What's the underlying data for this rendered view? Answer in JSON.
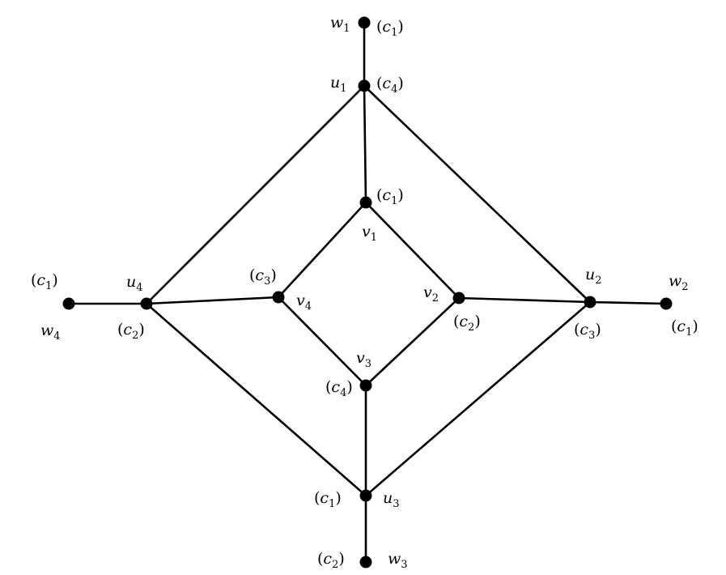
{
  "graph": {
    "vertices": [
      {
        "id": "w1",
        "letter": "w",
        "index": "1",
        "color_letter": "c",
        "color_index": "1"
      },
      {
        "id": "u1",
        "letter": "u",
        "index": "1",
        "color_letter": "c",
        "color_index": "4"
      },
      {
        "id": "v1",
        "letter": "v",
        "index": "1",
        "color_letter": "c",
        "color_index": "1"
      },
      {
        "id": "u4",
        "letter": "u",
        "index": "4",
        "color_letter": "c",
        "color_index": "2"
      },
      {
        "id": "w4",
        "letter": "w",
        "index": "4",
        "color_letter": "c",
        "color_index": "1"
      },
      {
        "id": "v4",
        "letter": "v",
        "index": "4",
        "color_letter": "c",
        "color_index": "3"
      },
      {
        "id": "v2",
        "letter": "v",
        "index": "2",
        "color_letter": "c",
        "color_index": "2"
      },
      {
        "id": "u2",
        "letter": "u",
        "index": "2",
        "color_letter": "c",
        "color_index": "3"
      },
      {
        "id": "w2",
        "letter": "w",
        "index": "2",
        "color_letter": "c",
        "color_index": "1"
      },
      {
        "id": "v3",
        "letter": "v",
        "index": "3",
        "color_letter": "c",
        "color_index": "4"
      },
      {
        "id": "u3",
        "letter": "u",
        "index": "3",
        "color_letter": "c",
        "color_index": "1"
      },
      {
        "id": "w3",
        "letter": "w",
        "index": "3",
        "color_letter": "c",
        "color_index": "2"
      }
    ],
    "edges": [
      [
        "w1",
        "u1"
      ],
      [
        "u1",
        "v1"
      ],
      [
        "u1",
        "u4"
      ],
      [
        "u1",
        "u2"
      ],
      [
        "v1",
        "v4"
      ],
      [
        "v1",
        "v2"
      ],
      [
        "v4",
        "v3"
      ],
      [
        "v2",
        "v3"
      ],
      [
        "u4",
        "v4"
      ],
      [
        "v2",
        "u2"
      ],
      [
        "w4",
        "u4"
      ],
      [
        "u2",
        "w2"
      ],
      [
        "u4",
        "u3"
      ],
      [
        "u2",
        "u3"
      ],
      [
        "v3",
        "u3"
      ],
      [
        "u3",
        "w3"
      ]
    ],
    "colors": {
      "stroke": "#000000",
      "node": "#000000",
      "background": "#ffffff"
    }
  }
}
